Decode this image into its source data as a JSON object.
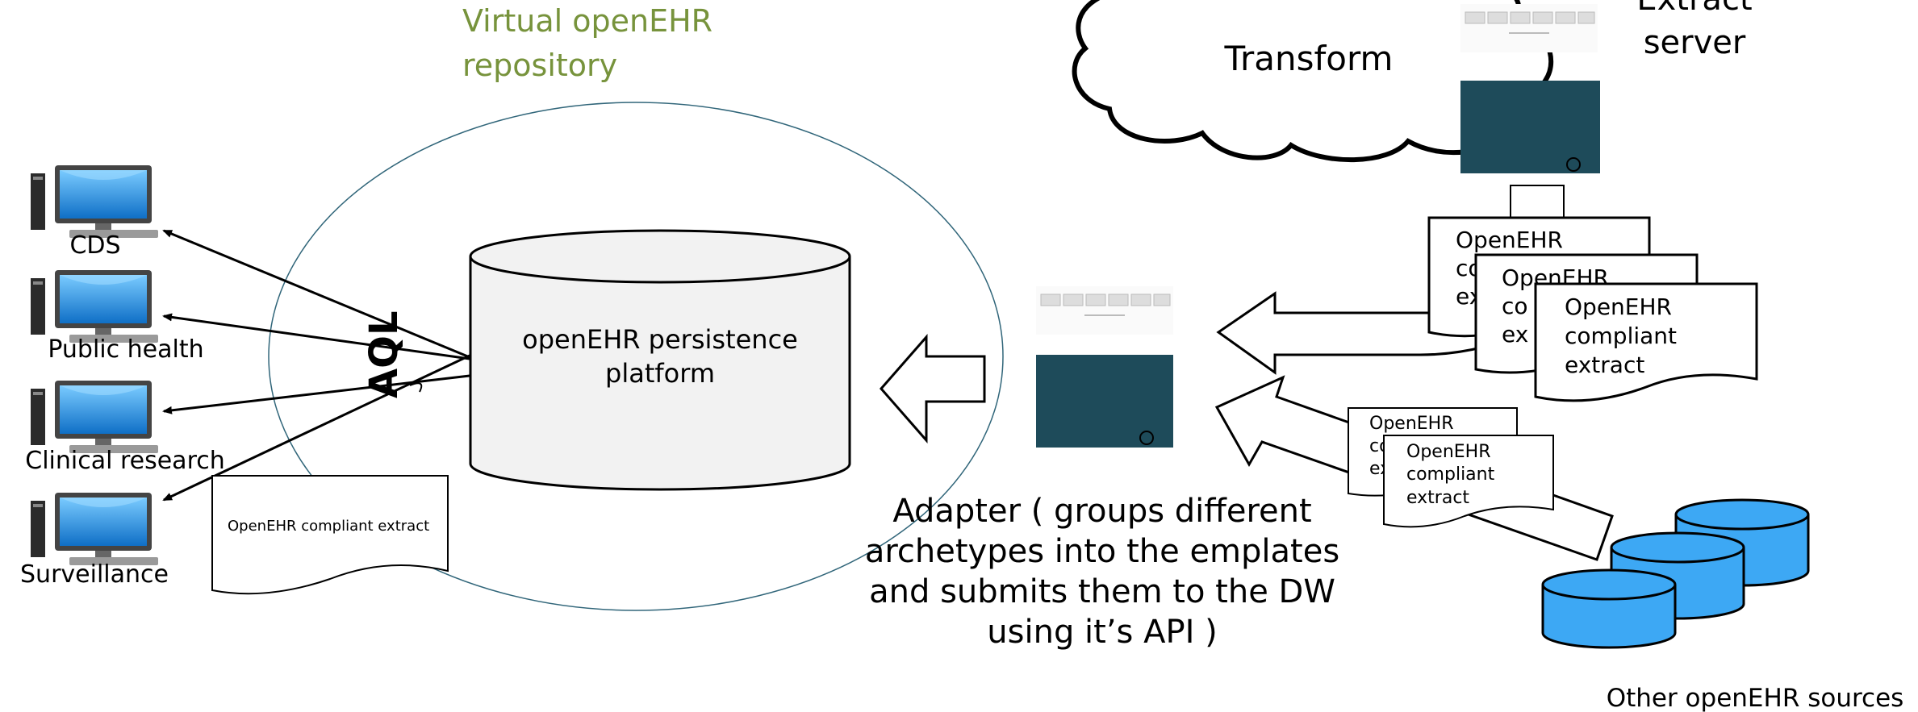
{
  "repository": {
    "title_line1": "Virtual openEHR",
    "title_line2": "repository",
    "title_color": "#77933C",
    "ellipse_color": "#31667A"
  },
  "persistence": {
    "label_line1": "openEHR persistence",
    "label_line2": "platform",
    "fill": "#F2F2F2"
  },
  "aql_label": "AQL",
  "computers": [
    {
      "label": "CDS"
    },
    {
      "label": "Public health"
    },
    {
      "label": "Clinical research"
    },
    {
      "label": "Surveillance"
    }
  ],
  "left_extract": {
    "text": "OpenEHR compliant extract"
  },
  "transform_label": "Transform",
  "extract_server": {
    "line1": "Extract",
    "line2": "server"
  },
  "extract_docs": {
    "back_lines": [
      "OpenEHR",
      "co",
      "ex"
    ],
    "mid_lines": [
      "OpenEHR",
      "co",
      "ex"
    ],
    "front_lines": [
      "OpenEHR",
      "compliant",
      "extract"
    ]
  },
  "source_docs": {
    "back_lines": [
      "OpenEHR",
      "co",
      "ex"
    ],
    "front_lines": [
      "OpenEHR",
      "compliant",
      "extract"
    ]
  },
  "adapter": {
    "lines": [
      "Adapter ( groups different",
      "archetypes into the emplates",
      "and submits them to the DW",
      "using it’s API )"
    ]
  },
  "other_sources_label": "Other openEHR sources",
  "colors": {
    "server_screen": "#1E4B5A",
    "database_fill": "#3DA8F4",
    "monitor_screen": "#1E90E0"
  }
}
